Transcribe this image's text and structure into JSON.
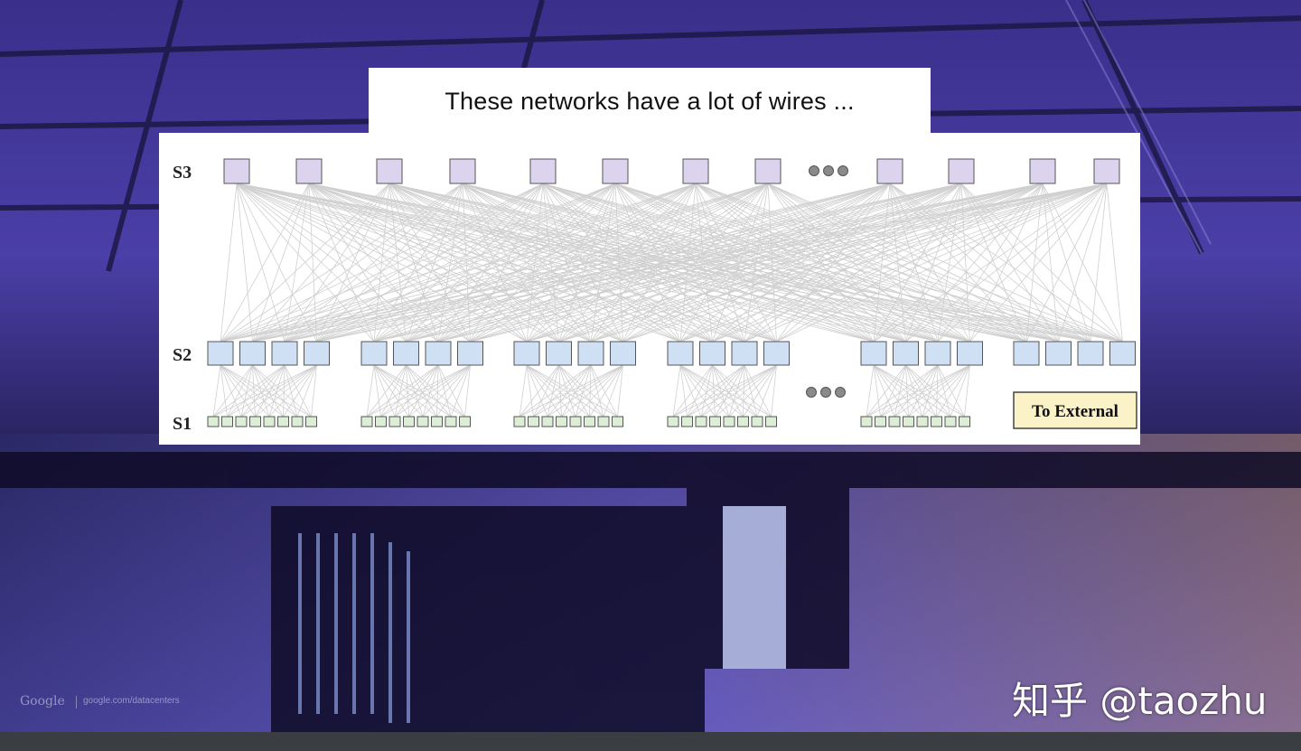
{
  "slide": {
    "title": "These networks have a lot of wires ..."
  },
  "diagram": {
    "levels": [
      {
        "id": "S3",
        "label": "S3"
      },
      {
        "id": "S2",
        "label": "S2"
      },
      {
        "id": "S1",
        "label": "S1"
      }
    ],
    "ellipsis": "●●●",
    "external_label": "To External",
    "colors": {
      "s3_fill": "#dcd3ef",
      "s2_fill": "#cfe0f4",
      "s1_fill": "#dcefd4",
      "wire": "#cfcfcf",
      "box_border": "#555555"
    }
  },
  "background": {
    "google_logo": "Google",
    "google_url": "google.com/datacenters"
  },
  "watermark": "知乎 @taozhu"
}
